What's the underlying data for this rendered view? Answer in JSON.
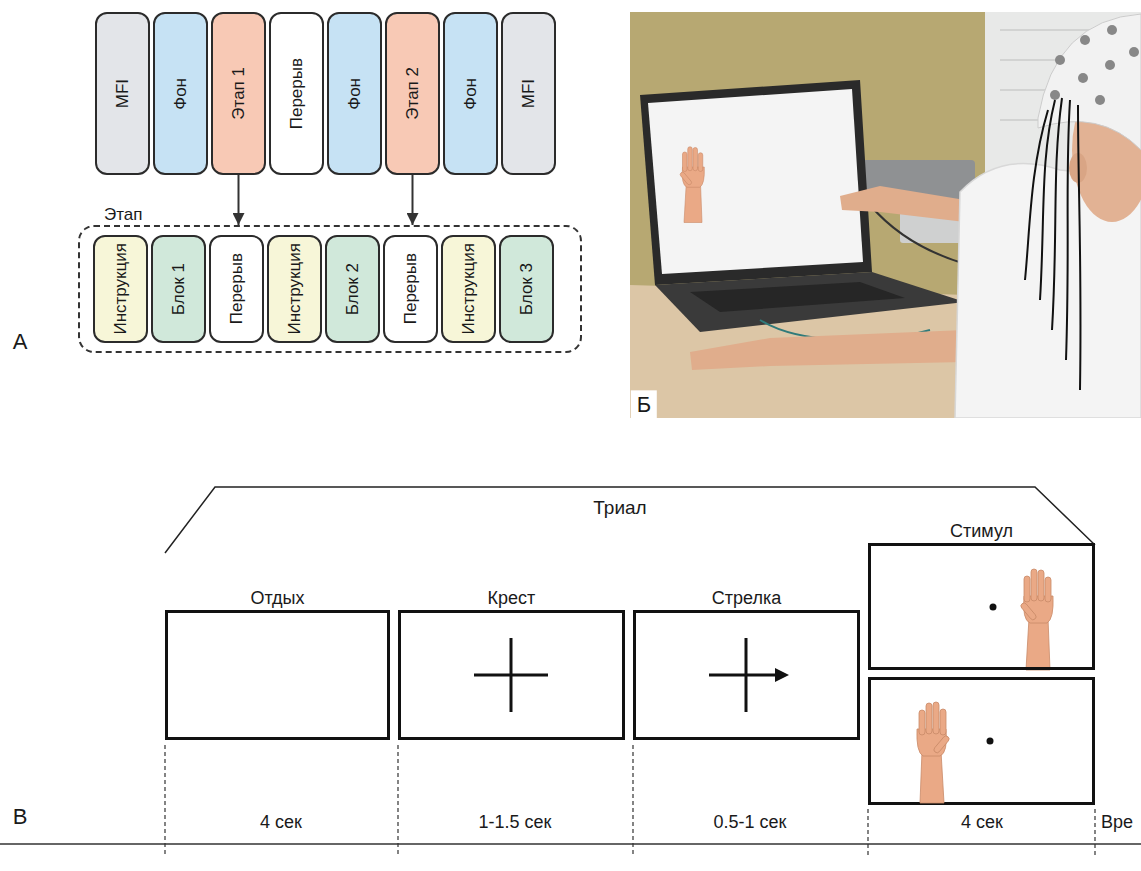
{
  "diagram": {
    "nodes": [
      {
        "text": [
          "MFI"
        ]
      },
      {
        "text": [
          "Фон"
        ]
      },
      {
        "text": [
          "Этап 1"
        ]
      },
      {
        "text": [
          "Перерыв"
        ]
      },
      {
        "text": [
          "Фон"
        ]
      },
      {
        "text": [
          "Этап 2"
        ]
      },
      {
        "text": [
          "Фон"
        ]
      },
      {
        "text": [
          "MFI"
        ]
      },
      {
        "text": [
          "Этап"
        ]
      },
      {
        "text": [
          "Инструкция"
        ],
        "in": 8
      },
      {
        "text": [
          "Блок 1"
        ],
        "in": 8
      },
      {
        "text": [
          "Перерыв"
        ],
        "in": 8
      },
      {
        "text": [
          "Инструкция"
        ],
        "in": 8
      },
      {
        "text": [
          "Блок 2"
        ],
        "in": 8
      },
      {
        "text": [
          "Перерыв"
        ],
        "in": 8
      },
      {
        "text": [
          "Инструкция"
        ],
        "in": 8
      },
      {
        "text": [
          "Блок 3"
        ],
        "in": 8
      },
      {
        "text": [
          "Отдых"
        ]
      },
      {
        "text": [
          "Крест"
        ]
      },
      {
        "text": [
          "Стрелка"
        ]
      },
      {
        "text": [
          "Стимул"
        ]
      }
    ],
    "edges": [
      {
        "from": 2,
        "to": 8,
        "arrow": "to"
      },
      {
        "from": 5,
        "to": 8,
        "arrow": "to"
      }
    ],
    "labels": [
      "А",
      "Б",
      "В",
      "Триал",
      "4 сек",
      "1-1.5 сек",
      "0.5-1 сек",
      "4 сек",
      "Вре"
    ]
  }
}
